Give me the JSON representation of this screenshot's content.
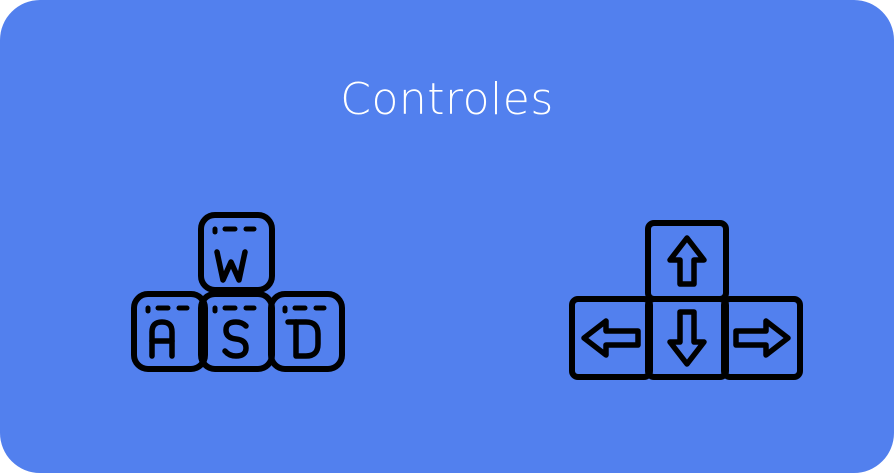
{
  "panel": {
    "title": "Controles",
    "background_color": "#5280ee",
    "text_color": "#ffffff"
  },
  "controls": {
    "wasd": {
      "icon": "wasd-keys-icon",
      "keys": [
        "W",
        "A",
        "S",
        "D"
      ]
    },
    "arrows": {
      "icon": "arrow-keys-icon",
      "keys": [
        "up",
        "left",
        "down",
        "right"
      ]
    }
  }
}
